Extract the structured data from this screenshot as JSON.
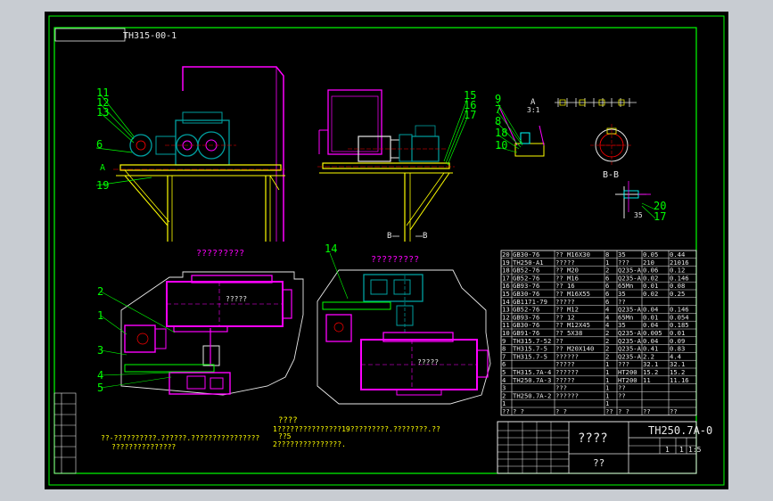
{
  "colors": {
    "frame": "#00ff00",
    "magenta": "#ff00ff",
    "cyan": "#00ffff",
    "yellow": "#ffff00",
    "white": "#ffffff",
    "teal": "#00a0a0"
  },
  "stamp": "TH315-00-1",
  "balloons": {
    "b11": "11",
    "b12": "12",
    "b13": "13",
    "b6": "6",
    "bA": "A",
    "b19": "19",
    "b15": "15",
    "b16": "16",
    "b17": "17",
    "b9": "9",
    "b7": "7",
    "b8": "8",
    "b18": "18",
    "b10": "10",
    "bA31": "A",
    "bScale31": "3:1",
    "b20": "20",
    "b17b": "17",
    "b35": "35",
    "b14": "14",
    "b2": "2",
    "b1": "1",
    "b3": "3",
    "b4": "4",
    "b5": "5",
    "bB1": "B",
    "bB2": "B"
  },
  "section_label": "B-B",
  "view_titles": {
    "v1": "?????????",
    "v2": "?????????"
  },
  "plan_labels": {
    "motor_box": "?????",
    "reducer_box": "?????"
  },
  "notes": {
    "left": [
      "??-??????????.??????.????????????????",
      "???????????????"
    ],
    "right_title": "????",
    "right": [
      "1???????????????19?????????.????????.??",
      "??5",
      "2???????????????."
    ]
  },
  "bom": [
    {
      "no": "20",
      "code": "GB30-76",
      "name": "?? M16X30",
      "qty": "8",
      "mat": "35",
      "w": "0.05",
      "tw": "0.44"
    },
    {
      "no": "19",
      "code": "TH250-A1",
      "name": "?????",
      "qty": "1",
      "mat": "???",
      "w": "210",
      "tw": "21016"
    },
    {
      "no": "18",
      "code": "GB52-76",
      "name": "?? M20",
      "qty": "2",
      "mat": "Q235-A",
      "w": "0.06",
      "tw": "0.12"
    },
    {
      "no": "17",
      "code": "GB52-76",
      "name": "?? M16",
      "qty": "6",
      "mat": "Q235-A",
      "w": "0.02",
      "tw": "0.146"
    },
    {
      "no": "16",
      "code": "GB93-76",
      "name": "?? 16",
      "qty": "6",
      "mat": "65Mn",
      "w": "0.01",
      "tw": "0.08"
    },
    {
      "no": "15",
      "code": "GB30-76",
      "name": "?? M16X55",
      "qty": "6",
      "mat": "35",
      "w": "0.02",
      "tw": "0.25"
    },
    {
      "no": "14",
      "code": "GB1171-79",
      "name": "?????",
      "qty": "6",
      "mat": "??",
      "w": "",
      "tw": ""
    },
    {
      "no": "13",
      "code": "GB52-76",
      "name": "?? M12",
      "qty": "4",
      "mat": "Q235-A",
      "w": "0.04",
      "tw": "0.146"
    },
    {
      "no": "12",
      "code": "GB93-76",
      "name": "?? 12",
      "qty": "4",
      "mat": "65Mn",
      "w": "0.01",
      "tw": "0.054"
    },
    {
      "no": "11",
      "code": "GB30-76",
      "name": "?? M12X45",
      "qty": "4",
      "mat": "35",
      "w": "0.04",
      "tw": "0.185"
    },
    {
      "no": "10",
      "code": "GB91-76",
      "name": "?? 5X38",
      "qty": "2",
      "mat": "Q235-A",
      "w": "0.005",
      "tw": "0.01"
    },
    {
      "no": "9",
      "code": "TH315.7-52",
      "name": "??",
      "qty": "2",
      "mat": "Q235-A",
      "w": "0.04",
      "tw": "0.09"
    },
    {
      "no": "8",
      "code": "TH315.7-5",
      "name": "?? M20X140",
      "qty": "2",
      "mat": "Q235-A",
      "w": "0.41",
      "tw": "0.83"
    },
    {
      "no": "7",
      "code": "TH315.7-5",
      "name": "??????",
      "qty": "2",
      "mat": "Q235-A",
      "w": "2.2",
      "tw": "4.4"
    },
    {
      "no": "6",
      "code": "",
      "name": "?????",
      "qty": "1",
      "mat": "???",
      "w": "32.1",
      "tw": "32.1"
    },
    {
      "no": "5",
      "code": "TH315.7A-4",
      "name": "??????",
      "qty": "1",
      "mat": "HT200",
      "w": "15.2",
      "tw": "15.2"
    },
    {
      "no": "4",
      "code": "TH250.7A-3",
      "name": "?????",
      "qty": "1",
      "mat": "HT200",
      "w": "11",
      "tw": "11.16"
    },
    {
      "no": "3",
      "code": "",
      "name": "???",
      "qty": "1",
      "mat": "??",
      "w": "",
      "tw": ""
    },
    {
      "no": "2",
      "code": "TH250.7A-2",
      "name": "??????",
      "qty": "1",
      "mat": "??",
      "w": "",
      "tw": ""
    },
    {
      "no": "1",
      "code": "",
      "name": "",
      "qty": "1",
      "mat": "",
      "w": "",
      "tw": ""
    }
  ],
  "bom_header": {
    "no": "??",
    "code": "?  ?",
    "name": "?  ?",
    "qty": "??",
    "mat": "?  ?",
    "w": "??",
    "tw": "??"
  },
  "title_block": {
    "drawing_title": "????",
    "drawing_no": "TH250.7A-0",
    "company": "??",
    "qty": "1",
    "scale": "1:5",
    "sheet": "1"
  }
}
